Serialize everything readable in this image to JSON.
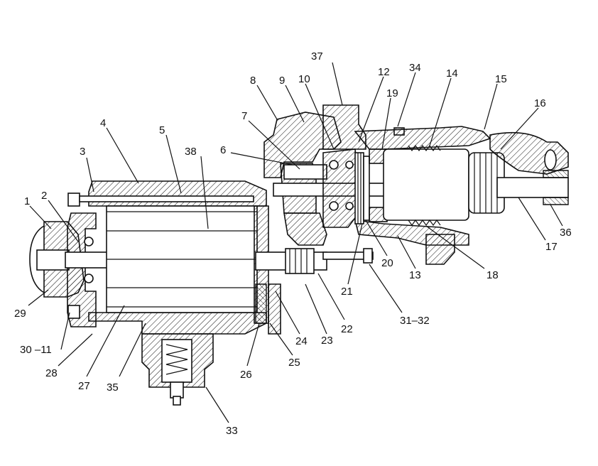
{
  "diagram": {
    "callouts": {
      "c1": "1",
      "c2": "2",
      "c3": "3",
      "c4": "4",
      "c5": "5",
      "c6": "6",
      "c7": "7",
      "c8": "8",
      "c9": "9",
      "c10": "10",
      "c12": "12",
      "c13": "13",
      "c14": "14",
      "c15": "15",
      "c16": "16",
      "c17": "17",
      "c18": "18",
      "c19": "19",
      "c20": "20",
      "c21": "21",
      "c22": "22",
      "c23": "23",
      "c24": "24",
      "c25": "25",
      "c26": "26",
      "c27": "27",
      "c28": "28",
      "c29": "29",
      "c30_11": "30 –11",
      "c31_32": "31–32",
      "c33": "33",
      "c34": "34",
      "c35": "35",
      "c36": "36",
      "c37": "37",
      "c38": "38"
    }
  }
}
